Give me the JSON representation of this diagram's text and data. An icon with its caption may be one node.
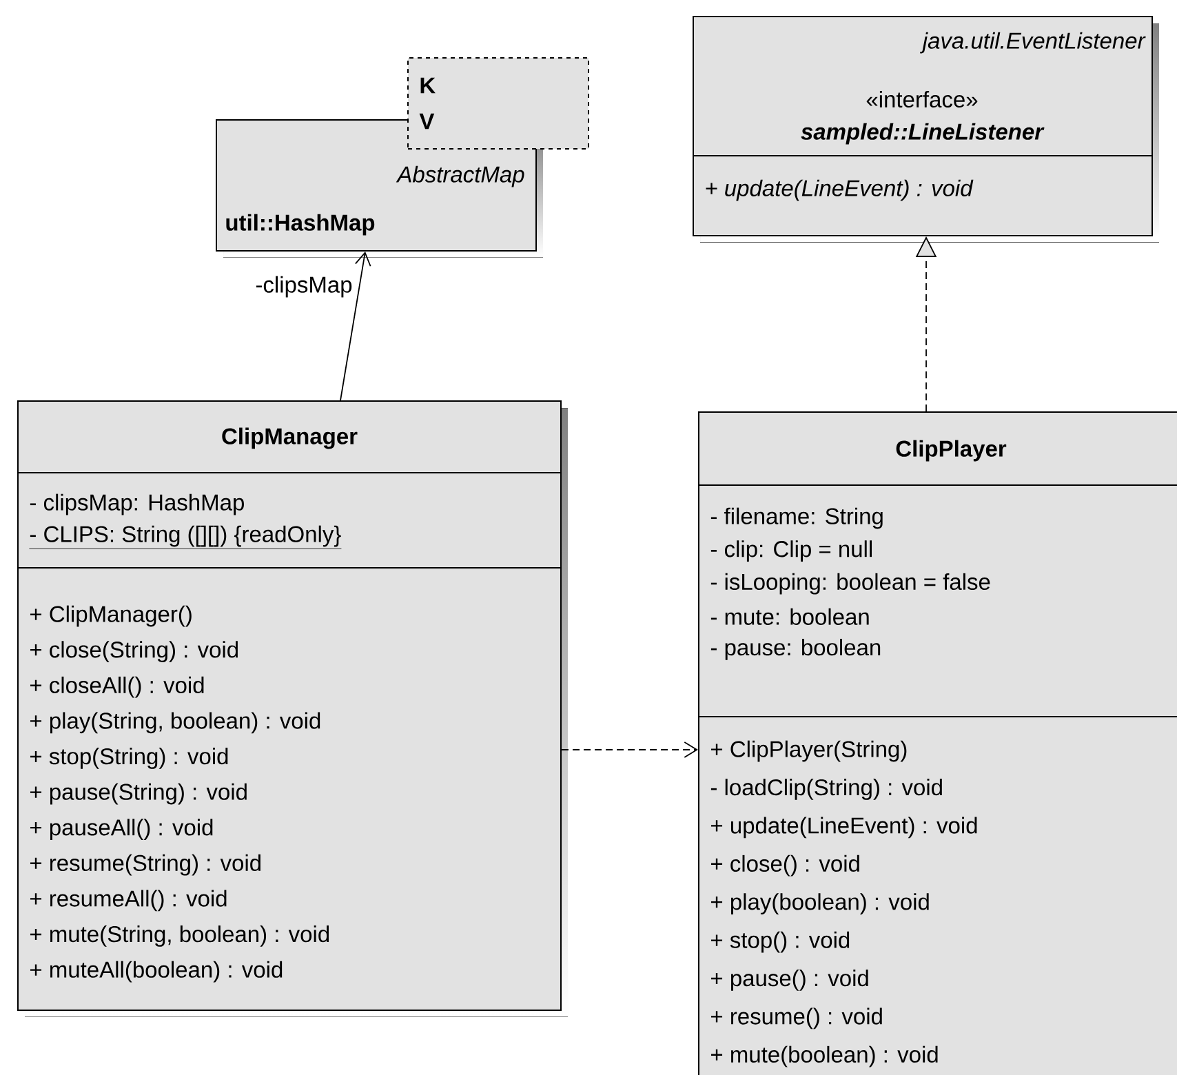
{
  "diagram": {
    "nodes": [
      {
        "text": [
          "AbstractMap",
          "util::HashMap"
        ]
      },
      {
        "text": [
          "K",
          "V"
        ]
      },
      {
        "text": [
          "java.util.EventListener",
          "«interface»",
          "sampled::LineListener",
          "+ update(LineEvent) : void"
        ]
      },
      {
        "text": [
          "ClipManager",
          "- clipsMap: HashMap",
          "- CLIPS: String ([][]) {readOnly}",
          "+ ClipManager()",
          "+ close(String) : void",
          "+ closeAll() : void",
          "+ play(String, boolean) : void",
          "+ stop(String) : void",
          "+ pause(String) : void",
          "+ pauseAll() : void",
          "+ resume(String) : void",
          "+ resumeAll() : void",
          "+ mute(String, boolean) : void",
          "+ muteAll(boolean) : void"
        ]
      },
      {
        "text": [
          "ClipPlayer",
          "- filename: String",
          "- clip: Clip = null",
          "- isLooping: boolean = false",
          "- mute: boolean",
          "- pause: boolean",
          "+ ClipPlayer(String)",
          "- loadClip(String) : void",
          "+ update(LineEvent) : void",
          "+ close() : void",
          "+ play(boolean) : void",
          "+ stop() : void",
          "+ pause() : void",
          "+ resume() : void",
          "+ mute(boolean) : void"
        ]
      }
    ],
    "edges": [
      {
        "from": 3,
        "to": 0,
        "arrow": "to",
        "label": "-clipsMap"
      },
      {
        "from": 4,
        "to": 2,
        "arrow": "to",
        "style": "dashed"
      },
      {
        "from": 3,
        "to": 4,
        "arrow": "to",
        "style": "dashed"
      }
    ]
  }
}
